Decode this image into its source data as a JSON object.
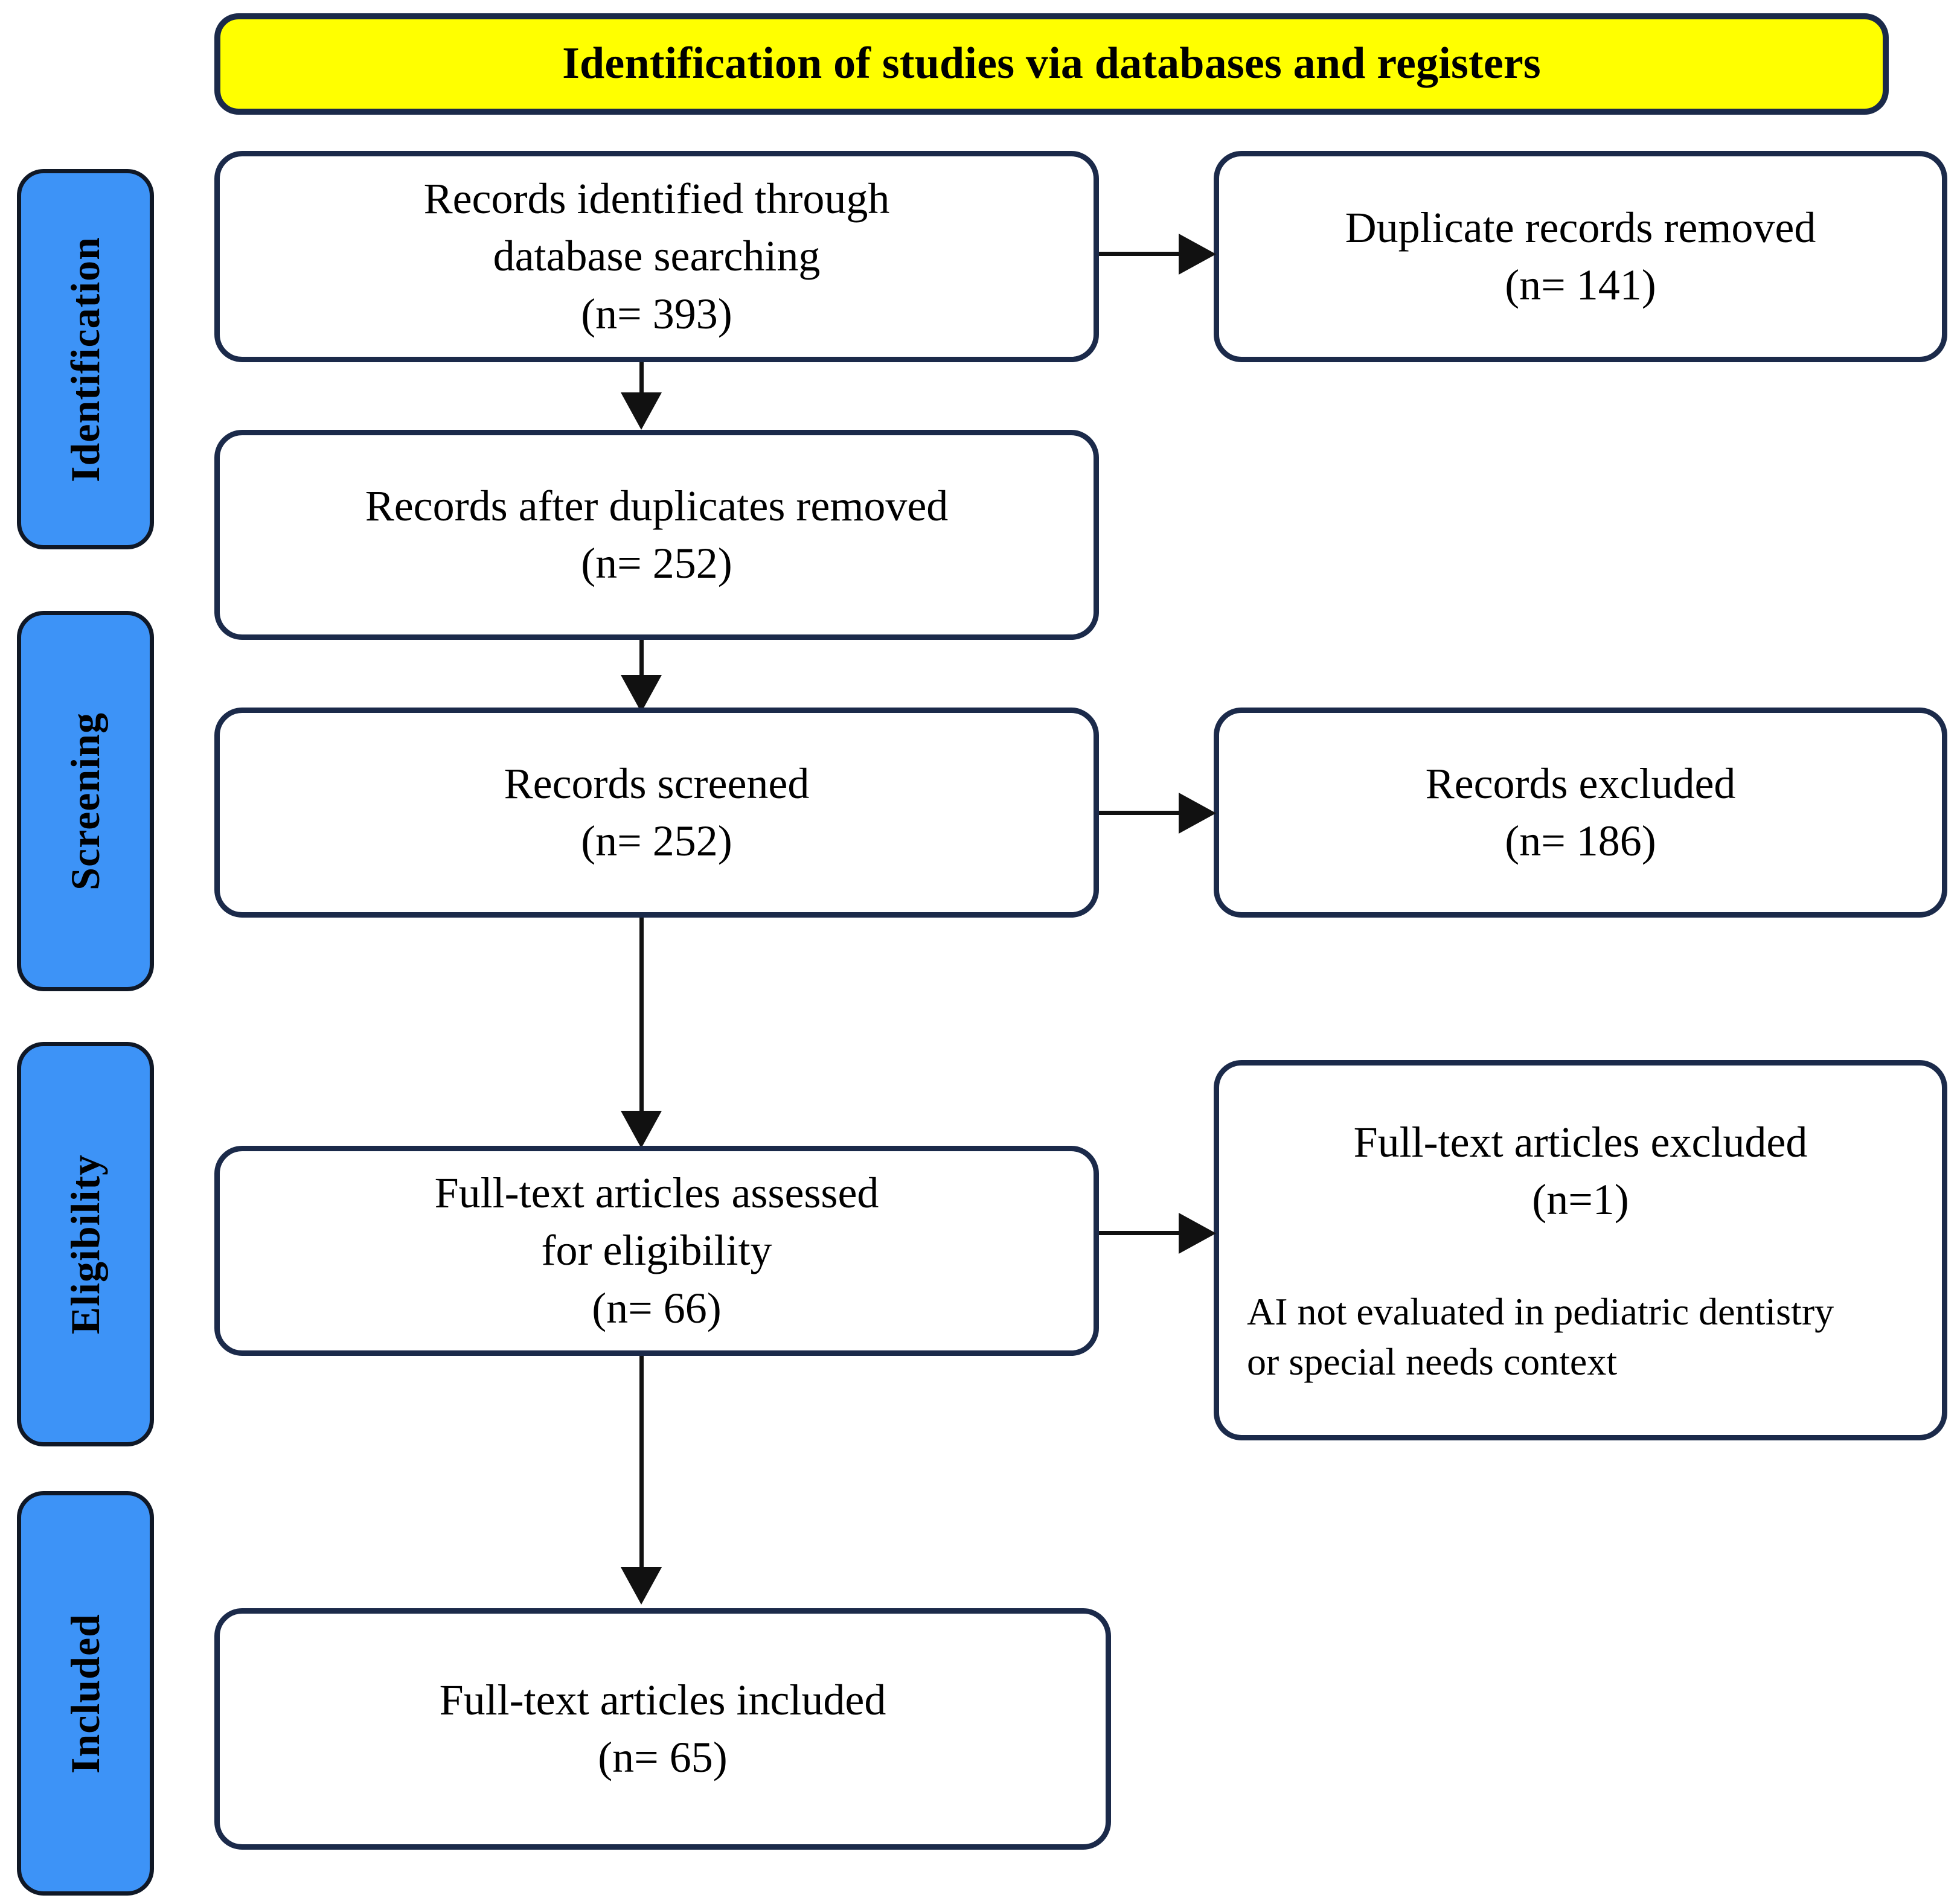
{
  "banner": {
    "title": "Identification of studies via databases and registers"
  },
  "stages": [
    {
      "id": "identification",
      "label": "Identification"
    },
    {
      "id": "screening",
      "label": "Screening"
    },
    {
      "id": "eligibility",
      "label": "Eligibility"
    },
    {
      "id": "included",
      "label": "Included"
    }
  ],
  "boxes": {
    "records_identified": {
      "text": "Records identified through\ndatabase searching\n(n= 393)"
    },
    "duplicates_removed": {
      "text": "Duplicate records removed\n(n= 141)"
    },
    "records_after_duplicates": {
      "text": "Records after duplicates removed\n(n= 252)"
    },
    "records_screened": {
      "text": "Records screened\n(n= 252)"
    },
    "records_excluded": {
      "text": "Records excluded\n(n= 186)"
    },
    "fulltext_assessed": {
      "text": "Full-text articles assessed\nfor eligibility\n(n= 66)"
    },
    "fulltext_excluded": {
      "lead": "Full-text articles excluded\n(n=1)",
      "detail": "AI not evaluated in pediatric dentistry\nor special needs context"
    },
    "fulltext_included": {
      "text": "Full-text articles included\n(n= 65)"
    }
  },
  "colors": {
    "banner_fill": "#ffff00",
    "stage_fill": "#3d93f7",
    "box_border": "#1b2a4a",
    "connector": "#111111",
    "box_fill": "#ffffff"
  }
}
